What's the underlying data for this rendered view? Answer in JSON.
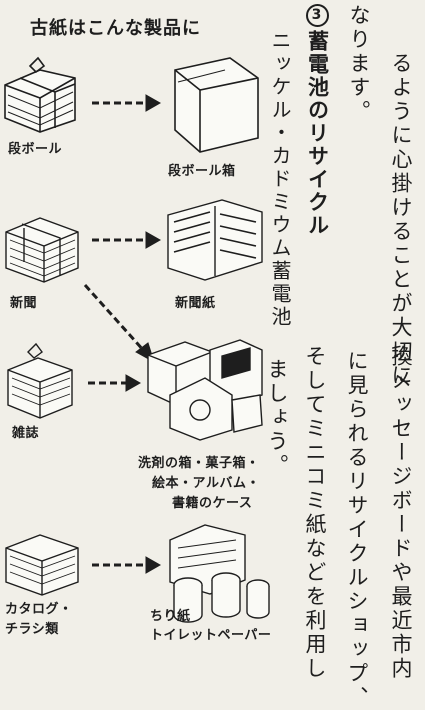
{
  "left_panel": {
    "title": "古紙はこんな製品に",
    "rows": [
      {
        "source": "段ボール",
        "product_lines": [
          "段ボール箱"
        ]
      },
      {
        "source": "新聞",
        "product_lines": [
          "新聞紙"
        ]
      },
      {
        "source": "雑誌",
        "product_lines": [
          "洗剤の箱・菓子箱・",
          "絵本・アルバム・",
          "書籍のケース"
        ]
      },
      {
        "source_lines": [
          "カタログ・",
          "チラシ類"
        ],
        "product_lines": [
          "ちり紙",
          "トイレットペーパー"
        ]
      }
    ]
  },
  "right_text": {
    "col_top_1": "るように心掛けることが大切に",
    "col_top_2": "なります。",
    "heading_number": "3",
    "heading_text": "蓄電池のリサイクル",
    "col_sub": "ニッケル・カドミウム蓄電池",
    "col_bottom_1": "換メッセージボードや最近市内",
    "col_bottom_2": "に見られるリサイクルショップ、",
    "col_bottom_3": "そしてミニコミ紙などを利用し",
    "col_bottom_4": "ましょう。"
  }
}
